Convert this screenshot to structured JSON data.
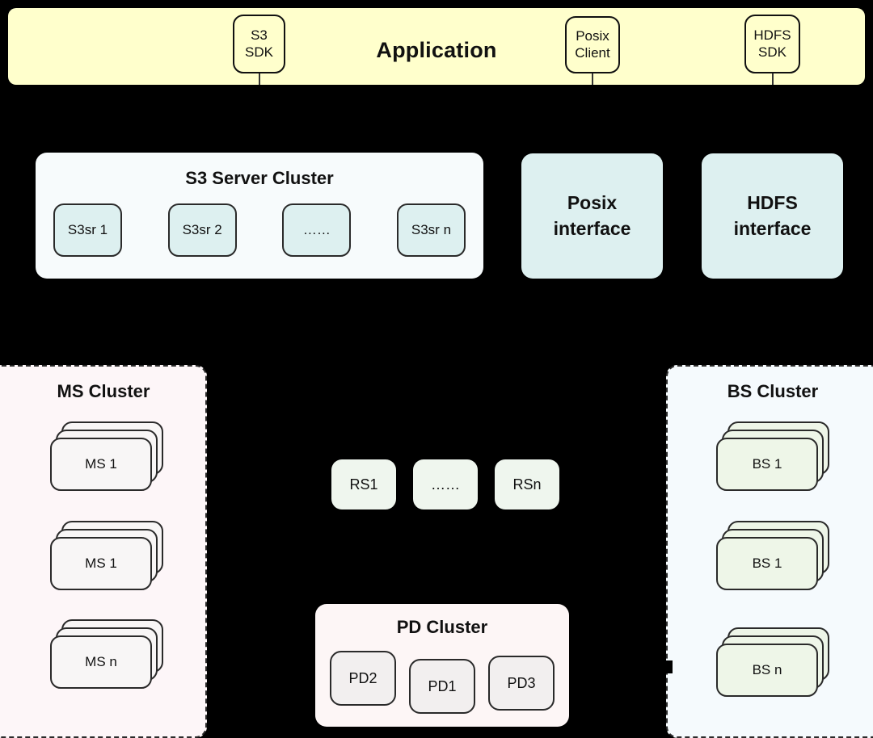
{
  "colors": {
    "background": "#000000",
    "application_bar": "#FFFFCC",
    "s3_panel": "#F7FBFC",
    "s3_node": "#DDF0F0",
    "interface_box": "#DDF0F0",
    "ms_cluster_panel": "#FDF6F8",
    "ms_node": "#F8F6F6",
    "bs_cluster_panel": "#F5FAFD",
    "bs_node": "#EEF6E8",
    "rs_node": "#EFF6EE",
    "pd_cluster_panel": "#FDF6F6",
    "pd_node": "#F2EFEF",
    "stroke": "#2A2A2A"
  },
  "application": {
    "title": "Application",
    "clients": [
      {
        "id": "s3-sdk",
        "line1": "S3",
        "line2": "SDK"
      },
      {
        "id": "posix-client",
        "line1": "Posix",
        "line2": "Client"
      },
      {
        "id": "hdfs-sdk",
        "line1": "HDFS",
        "line2": "SDK"
      }
    ]
  },
  "s3_server_cluster": {
    "title": "S3 Server Cluster",
    "nodes": [
      {
        "label": "S3sr 1"
      },
      {
        "label": "S3sr 2"
      },
      {
        "label": "……"
      },
      {
        "label": "S3sr n"
      }
    ]
  },
  "interfaces": [
    {
      "id": "posix-interface",
      "line1": "Posix",
      "line2": "interface"
    },
    {
      "id": "hdfs-interface",
      "line1": "HDFS",
      "line2": "interface"
    }
  ],
  "ms_cluster": {
    "title": "MS Cluster",
    "nodes": [
      {
        "label": "MS 1"
      },
      {
        "label": "MS 1"
      },
      {
        "label": "MS n"
      }
    ]
  },
  "bs_cluster": {
    "title": "BS Cluster",
    "nodes": [
      {
        "label": "BS 1"
      },
      {
        "label": "BS 1"
      },
      {
        "label": "BS n"
      }
    ]
  },
  "rs_row": {
    "nodes": [
      {
        "label": "RS1"
      },
      {
        "label": "……"
      },
      {
        "label": "RSn"
      }
    ]
  },
  "pd_cluster": {
    "title": "PD Cluster",
    "nodes": [
      {
        "label": "PD2"
      },
      {
        "label": "PD1"
      },
      {
        "label": "PD3"
      }
    ]
  }
}
